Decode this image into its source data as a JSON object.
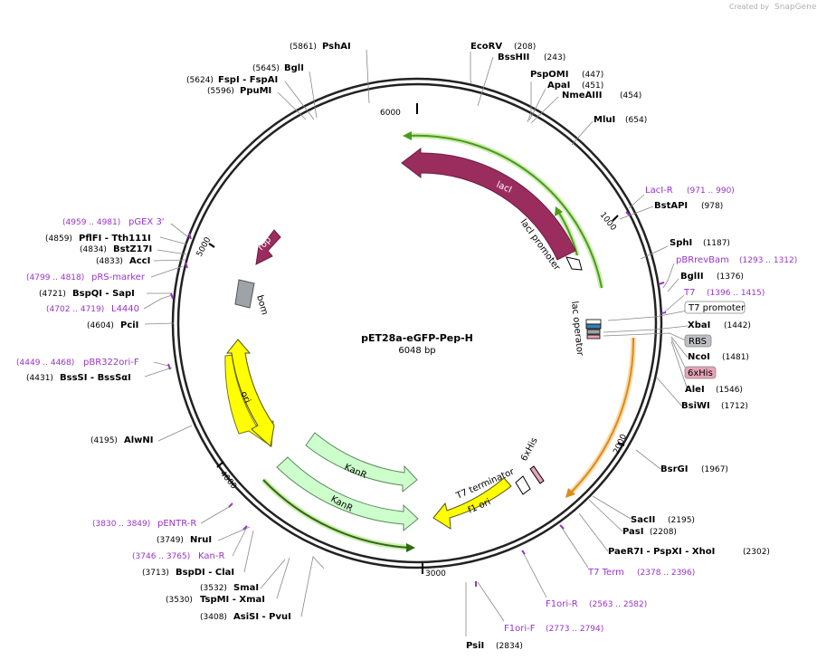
{
  "credit": {
    "created_by": "Created by",
    "brand": "SnapGene"
  },
  "plasmid": {
    "name": "pET28a-eGFP-Pep-H",
    "size": "6048 bp"
  },
  "ticks": [
    "1000",
    "2000",
    "3000",
    "4000",
    "5000",
    "6000"
  ],
  "sites": [
    {
      "name": "EcoRV",
      "pos": "(208)"
    },
    {
      "name": "BssHII",
      "pos": "(243)"
    },
    {
      "name": "PspOMI",
      "pos": "(447)"
    },
    {
      "name": "ApaI",
      "pos": "(451)"
    },
    {
      "name": "NmeAIII",
      "pos": "(454)"
    },
    {
      "name": "MluI",
      "pos": "(654)"
    },
    {
      "name": "BstAPI",
      "pos": "(978)"
    },
    {
      "name": "SphI",
      "pos": "(1187)"
    },
    {
      "name": "BglII",
      "pos": "(1376)"
    },
    {
      "name": "XbaI",
      "pos": "(1442)"
    },
    {
      "name": "NcoI",
      "pos": "(1481)"
    },
    {
      "name": "AleI",
      "pos": "(1546)"
    },
    {
      "name": "BsiWI",
      "pos": "(1712)"
    },
    {
      "name": "BsrGI",
      "pos": "(1967)"
    },
    {
      "name": "SacII",
      "pos": "(2195)"
    },
    {
      "name": "PasI",
      "pos": "(2208)"
    },
    {
      "name": "PaeR7I - PspXI - XhoI",
      "pos": "(2302)"
    },
    {
      "name": "PsiI",
      "pos": "(2834)"
    },
    {
      "name": "AsiSI - PvuI",
      "pos": "(3408)"
    },
    {
      "name": "TspMI - XmaI",
      "pos": "(3530)"
    },
    {
      "name": "SmaI",
      "pos": "(3532)"
    },
    {
      "name": "BspDI - ClaI",
      "pos": "(3713)"
    },
    {
      "name": "NruI",
      "pos": "(3749)"
    },
    {
      "name": "AlwNI",
      "pos": "(4195)"
    },
    {
      "name": "BssSI - BssSαI",
      "pos": "(4431)"
    },
    {
      "name": "PciI",
      "pos": "(4604)"
    },
    {
      "name": "BspQI - SapI",
      "pos": "(4721)"
    },
    {
      "name": "AccI",
      "pos": "(4833)"
    },
    {
      "name": "BstZ17I",
      "pos": "(4834)"
    },
    {
      "name": "PflFI - Tth111I",
      "pos": "(4859)"
    },
    {
      "name": "PpuMI",
      "pos": "(5596)"
    },
    {
      "name": "FspI - FspAI",
      "pos": "(5624)"
    },
    {
      "name": "BglI",
      "pos": "(5645)"
    },
    {
      "name": "PshAI",
      "pos": "(5861)"
    }
  ],
  "primers": [
    {
      "name": "LacI-R",
      "range": "(971 .. 990)"
    },
    {
      "name": "pBRrevBam",
      "range": "(1293 .. 1312)"
    },
    {
      "name": "T7",
      "range": "(1396 .. 1415)"
    },
    {
      "name": "T7 Term",
      "range": "(2378 .. 2396)"
    },
    {
      "name": "F1ori-R",
      "range": "(2563 .. 2582)"
    },
    {
      "name": "F1ori-F",
      "range": "(2773 .. 2794)"
    },
    {
      "name": "Kan-R",
      "range": "(3746 .. 3765)"
    },
    {
      "name": "pENTR-R",
      "range": "(3830 .. 3849)"
    },
    {
      "name": "pBR322ori-F",
      "range": "(4449 .. 4468)"
    },
    {
      "name": "L4440",
      "range": "(4702 .. 4719)"
    },
    {
      "name": "pRS-marker",
      "range": "(4799 .. 4818)"
    },
    {
      "name": "pGEX 3'",
      "range": "(4959 .. 4981)"
    }
  ],
  "boxed_features": [
    "T7 promoter",
    "RBS",
    "6xHis"
  ],
  "features": [
    "lacI",
    "lacI promoter",
    "lac operator",
    "rop",
    "bom",
    "ori",
    "KanR",
    "KanR",
    "T7 terminator",
    "6xHis",
    "f1 ori"
  ],
  "colors": {
    "lacI": "#9b2c5e",
    "rop": "#9b2c5e",
    "ori": "#ffff00",
    "f1ori": "#ffff00",
    "kanr": "#ccffcc",
    "primer": "#9933cc",
    "bom": "#9ea3a8",
    "green_orf": "#4c9a1c",
    "orange_orf": "#d98c1a"
  }
}
